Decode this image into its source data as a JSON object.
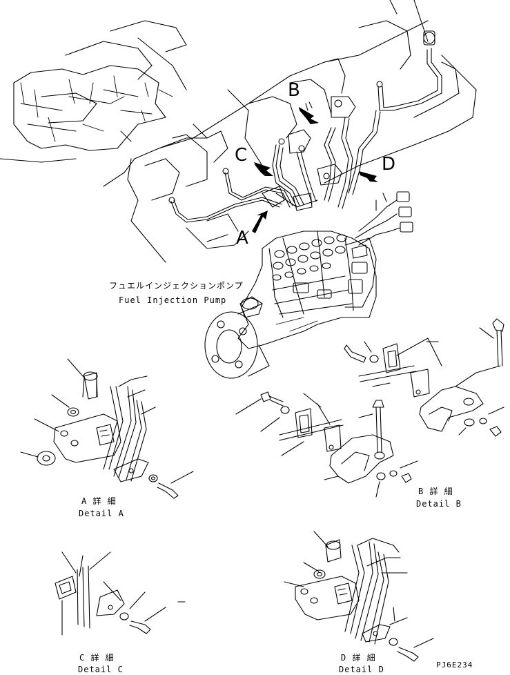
{
  "views": {
    "a": "A",
    "b": "B",
    "c": "C",
    "d": "D"
  },
  "pump": {
    "label_jp": "フュエルインジェクションポンプ",
    "label_en": "Fuel Injection Pump"
  },
  "details": {
    "a": {
      "jp": "A 詳 細",
      "en": "Detail A"
    },
    "b": {
      "jp": "B 詳 細",
      "en": "Detail B"
    },
    "c": {
      "jp": "C 詳 細",
      "en": "Detail C"
    },
    "d": {
      "jp": "D 詳 細",
      "en": "Detail D"
    }
  },
  "figure_code": "PJ6E234"
}
